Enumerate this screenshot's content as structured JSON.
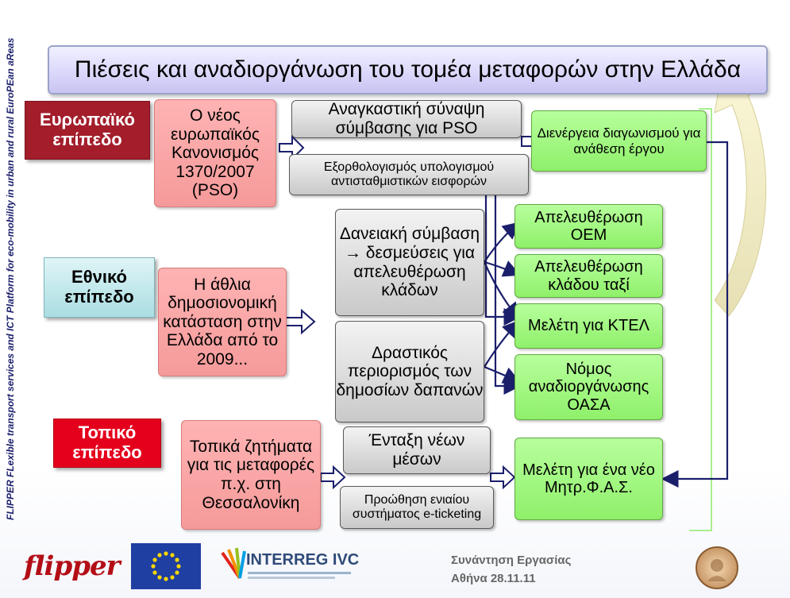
{
  "title": "Πιέσεις και αναδιοργάνωση του τομέα μεταφορών στην Ελλάδα",
  "side_text": "FLIPPER FLexible transport services and ICT Platform for eco-mobility in urban and rural EuroPEan aReas",
  "levels": {
    "european": "Ευρωπαϊκό επίπεδο",
    "national": "Εθνικό επίπεδο",
    "local": "Τοπικό επίπεδο"
  },
  "causes": {
    "eu_regulation": "Ο νέος ευρωπαϊκός Κανονισμός 1370/2007 (PSO)",
    "fiscal": "Η άθλια δημοσιονομική κατάσταση στην Ελλάδα από το 2009...",
    "local_issues": "Τοπικά ζητήματα για τις μεταφορές π.χ. στη Θεσσαλονίκη"
  },
  "measures": {
    "pso_contract": "Αναγκαστική σύναψη σύμβασης για PSO",
    "compensation": "Εξορθολογισμός υπολογισμού αντισταθμιστικών εισφορών",
    "loan": "Δανειακή σύμβαση → δεσμεύσεις για απελευθέρωση κλάδων",
    "spending_cuts": "Δραστικός περιορισμός των δημοσίων δαπανών",
    "new_means": "Ένταξη νέων μέσων",
    "eticketing": "Προώθηση ενιαίου συστήματος e-ticketing"
  },
  "outcomes": {
    "tender": "Διενέργεια διαγωνισμού για ανάθεση έργου",
    "oem": "Απελευθέρωση ΟΕΜ",
    "taxi": "Απελευθέρωση κλάδου ταξί",
    "ktel": "Μελέτη για ΚΤΕΛ",
    "oasa": "Νόμος αναδιοργάνωσης ΟΑΣΑ",
    "fas": "Μελέτη για ένα νέο Μητρ.Φ.Α.Σ."
  },
  "footer": {
    "meeting": "Συνάντηση Εργασίας",
    "date": "Αθήνα 28.11.11"
  },
  "logos": {
    "flipper": "flipper",
    "interreg": "INTERREG IVC"
  },
  "colors": {
    "european": "#a31d2b",
    "national": "#a9dde2",
    "local": "#e4001c",
    "cause_box": "#f59a9a",
    "measure_box": "#c9c9c9",
    "outcome_box": "#8ff06a",
    "connector": "#1b1f6b"
  }
}
